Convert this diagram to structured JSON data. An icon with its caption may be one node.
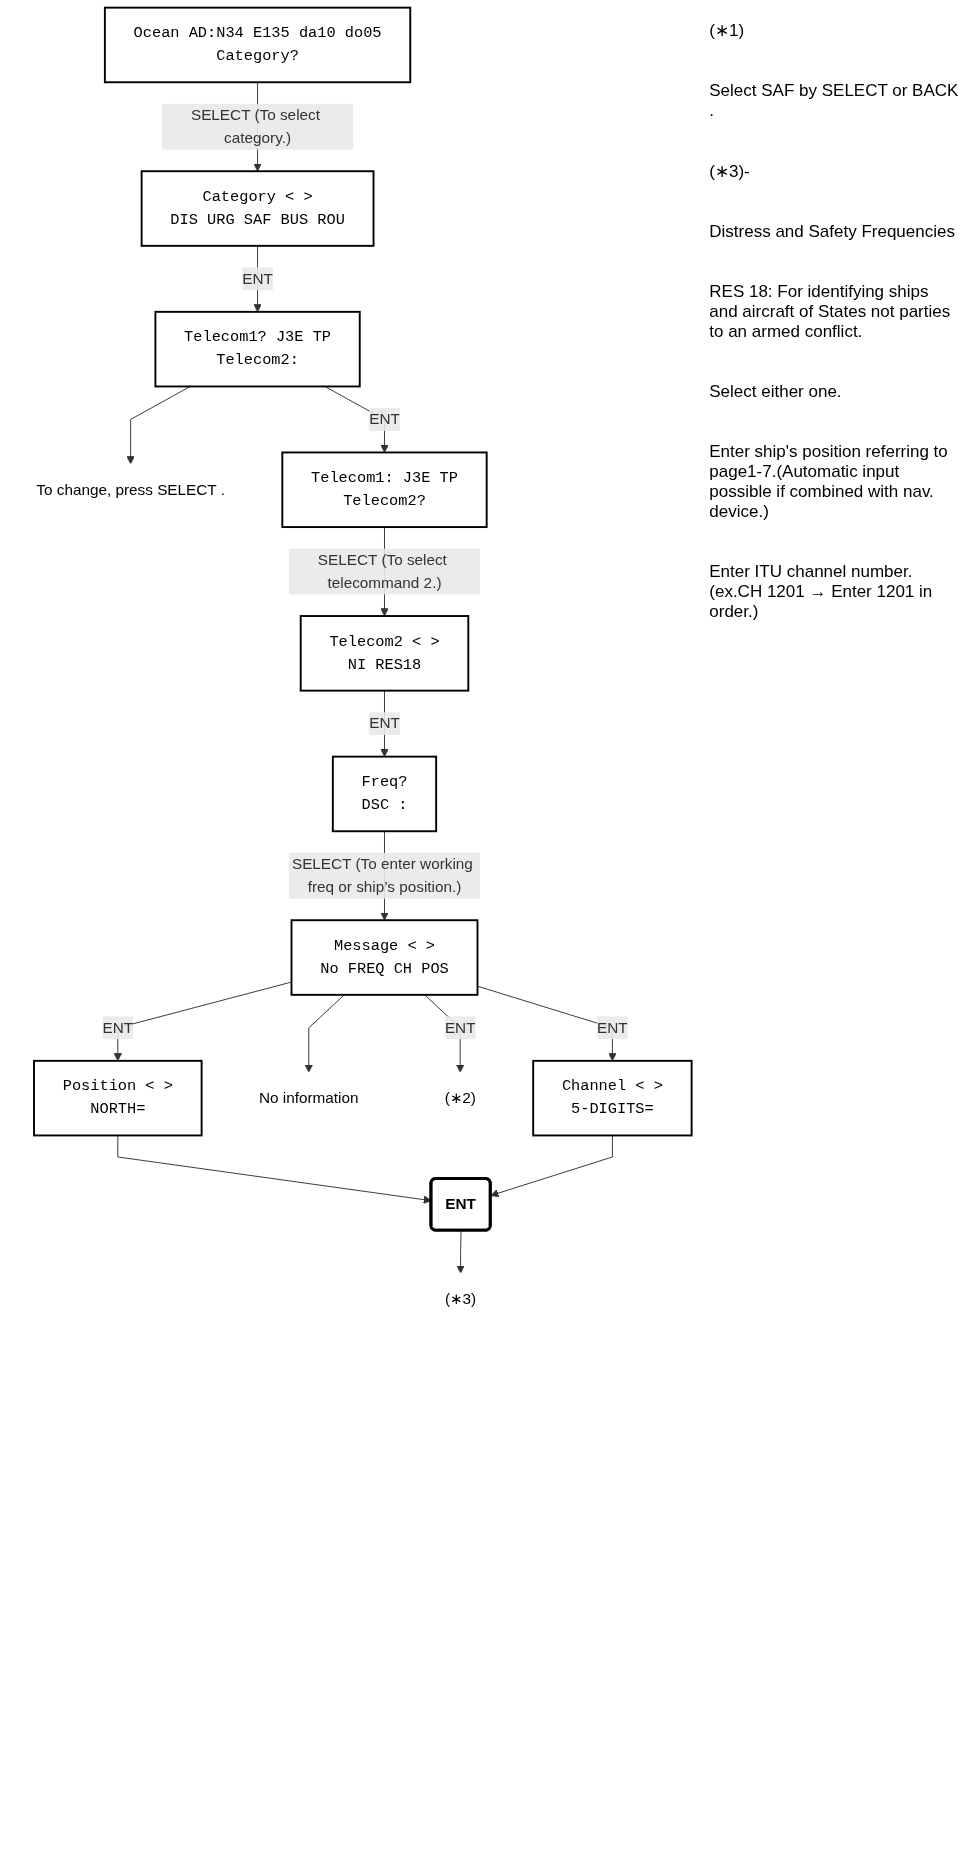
{
  "diagram": {
    "nodes": [
      {
        "text": [
          "Ocean AD:N34 E135 da10 do05",
          "Category?"
        ]
      },
      {
        "text": [
          "Category <  >",
          "DIS URG SAF BUS ROU"
        ]
      },
      {
        "text": [
          "Telecom1? J3E TP",
          "Telecom2:"
        ]
      },
      {
        "text": [
          "To change, press SELECT ."
        ]
      },
      {
        "text": [
          "Telecom1: J3E TP",
          "Telecom2?"
        ]
      },
      {
        "text": [
          "Telecom2 <  >",
          "NI RES18"
        ]
      },
      {
        "text": [
          "Freq?",
          "DSC :"
        ]
      },
      {
        "text": [
          "Message <  >",
          "No FREQ CH POS"
        ]
      },
      {
        "text": [
          "Position <  >",
          "NORTH="
        ]
      },
      {
        "text": [
          "No information"
        ]
      },
      {
        "text": [
          "(∗2)"
        ]
      },
      {
        "text": [
          "Channel <  >",
          "5-DIGITS="
        ]
      },
      {
        "text": [
          "ENT"
        ]
      },
      {
        "text": [
          "(∗3)"
        ]
      }
    ],
    "edges": [
      {
        "from": 0,
        "to": 1,
        "arrow": "to",
        "label": "SELECT (To select category.)"
      },
      {
        "from": 1,
        "to": 2,
        "arrow": "to",
        "label": "ENT"
      },
      {
        "from": 2,
        "to": 3,
        "arrow": "to"
      },
      {
        "from": 2,
        "to": 4,
        "arrow": "to",
        "label": "ENT"
      },
      {
        "from": 4,
        "to": 5,
        "arrow": "to",
        "label": "SELECT (To select telecommand 2.)"
      },
      {
        "from": 5,
        "to": 6,
        "arrow": "to",
        "label": "ENT"
      },
      {
        "from": 6,
        "to": 7,
        "arrow": "to",
        "label": "SELECT (To enter working freq or ship’s position.)"
      },
      {
        "from": 7,
        "to": 8,
        "arrow": "to",
        "label": "ENT"
      },
      {
        "from": 7,
        "to": 9,
        "arrow": "to"
      },
      {
        "from": 7,
        "to": 10,
        "arrow": "to",
        "label": "ENT"
      },
      {
        "from": 7,
        "to": 11,
        "arrow": "to",
        "label": "ENT"
      },
      {
        "from": 8,
        "to": 12,
        "arrow": "to"
      },
      {
        "from": 11,
        "to": 12,
        "arrow": "to"
      },
      {
        "from": 12,
        "to": 13,
        "arrow": "to"
      }
    ],
    "labels": [
      "(∗1)",
      "Select SAF by SELECT or BACK .",
      "(∗3)-",
      "Distress and Safety Frequencies",
      "RES 18: For identifying ships and aircraft of States not parties to an armed conflict.",
      "Select either one.",
      "Enter ship's position referring to page1-7.(Automatic input possible if combined with nav. device.)",
      "Enter ITU channel number. (ex.CH 1201 → Enter 1201 in order.)"
    ]
  }
}
